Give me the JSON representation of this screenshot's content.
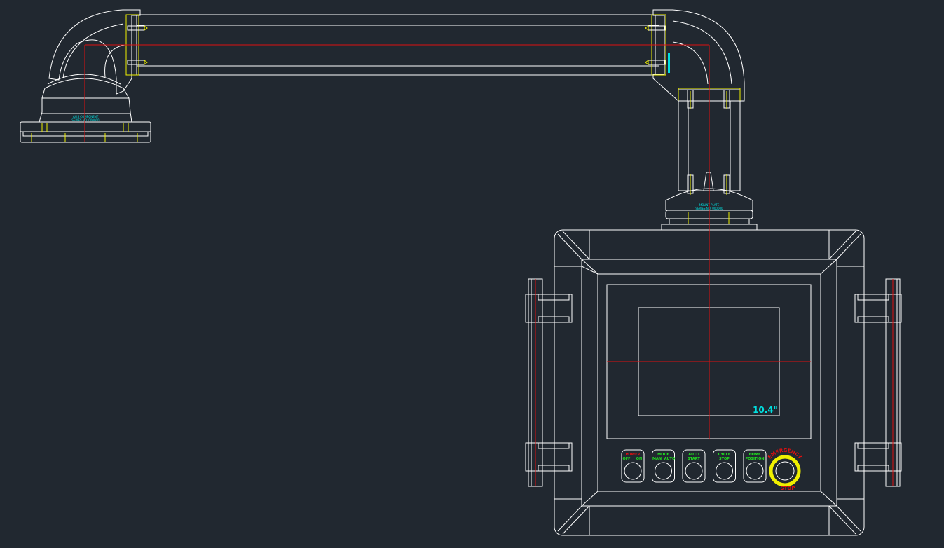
{
  "colors": {
    "background": "#212830",
    "outline": "#ffffff",
    "centerline": "#e01010",
    "hidden": "#f0f000",
    "annotation": "#00e0e0",
    "button_text_green": "#20e020",
    "button_text_red": "#e01010",
    "estop_ring": "#f0f000"
  },
  "base_label": {
    "line1": "AXIS COMPONENT",
    "line2": "SERIES NO. 000000"
  },
  "mount_label": {
    "line1": "MOUNT PLATE",
    "line2": "SERIES NO. 000000"
  },
  "screen": {
    "size_label": "10.4\""
  },
  "buttons": [
    {
      "line1": "POWER",
      "line2_left": "OFF",
      "line2_right": "ON",
      "line1_color": "red"
    },
    {
      "line1": "MODE",
      "line2_left": "MAN",
      "line2_right": "AUTO",
      "line1_color": "green"
    },
    {
      "line1": "AUTO",
      "line2_left": "START",
      "line2_right": "",
      "line1_color": "green"
    },
    {
      "line1": "CYCLE",
      "line2_left": "STOP",
      "line2_right": "",
      "line1_color": "green"
    },
    {
      "line1": "HOME",
      "line2_left": "POSITION",
      "line2_right": "",
      "line1_color": "green"
    }
  ],
  "estop": {
    "top_text": "EMERGENCY",
    "bottom_text": "STOP"
  }
}
